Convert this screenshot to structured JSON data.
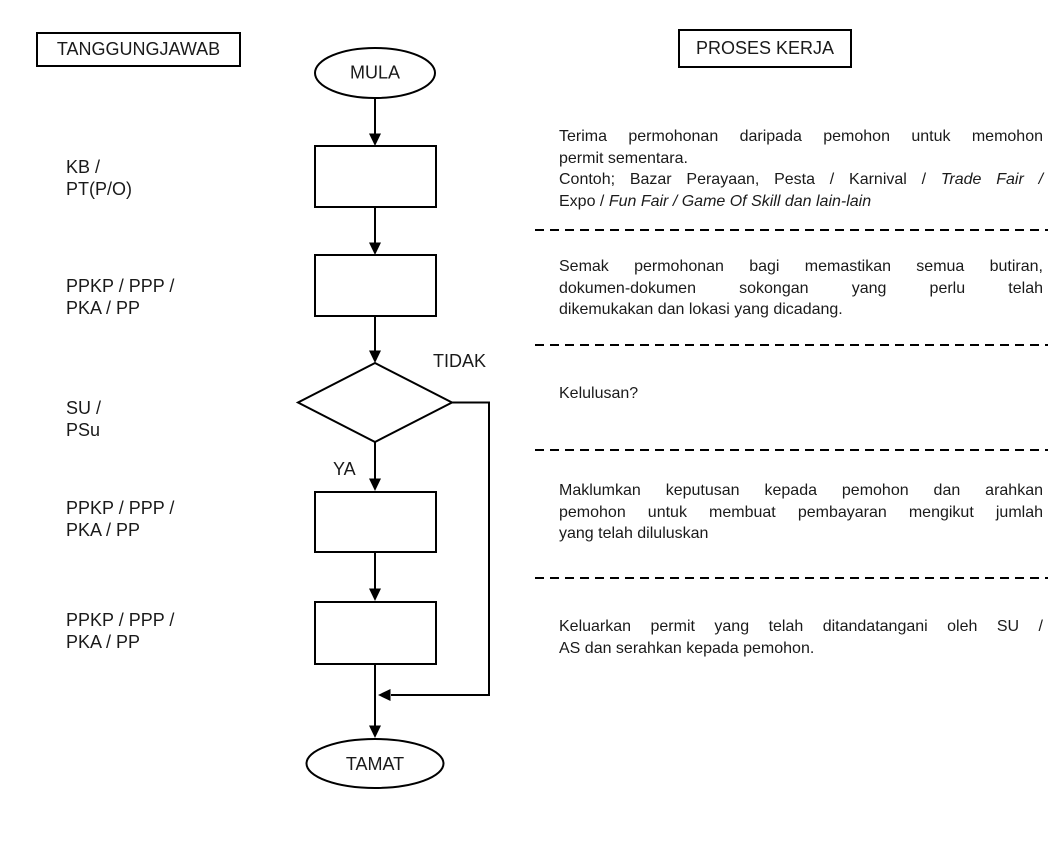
{
  "page": {
    "left_column_header": "TANGGUNGJAWAB",
    "right_column_header": "PROSES KERJA"
  },
  "flowchart": {
    "start_label": "MULA",
    "end_label": "TAMAT",
    "decision_yes_label": "YA",
    "decision_no_label": "TIDAK"
  },
  "responsibilities": [
    {
      "lines": [
        "KB /",
        "PT(P/O)"
      ]
    },
    {
      "lines": [
        "PPKP / PPP /",
        "PKA / PP"
      ]
    },
    {
      "lines": [
        "SU /",
        "PSu"
      ]
    },
    {
      "lines": [
        "PPKP / PPP /",
        "PKA / PP"
      ]
    },
    {
      "lines": [
        "PPKP / PPP /",
        "PKA / PP"
      ]
    }
  ],
  "process_steps": {
    "step1": {
      "line1": "Terima permohonan daripada pemohon untuk memohon",
      "line2": "permit sementara.",
      "line3_regular": "Contoh; Bazar Perayaan, Pesta / Karnival / ",
      "line3_italic": "Trade Fair /",
      "line4_regular": "Expo / ",
      "line4_italic": "Fun Fair / Game Of Skill dan lain-lain"
    },
    "step2": {
      "line1": "Semak permohonan bagi memastikan semua butiran,",
      "line2": "dokumen-dokumen sokongan yang perlu telah",
      "line3": "dikemukakan dan lokasi yang dicadang."
    },
    "step3": {
      "line1": "Kelulusan?"
    },
    "step4": {
      "line1": "Maklumkan keputusan kepada pemohon dan arahkan",
      "line2": "pemohon untuk membuat pembayaran mengikut jumlah",
      "line3": "yang telah diluluskan"
    },
    "step5": {
      "line1": "Keluarkan permit yang telah ditandatangani oleh SU /",
      "line2": "AS dan serahkan kepada pemohon."
    }
  }
}
